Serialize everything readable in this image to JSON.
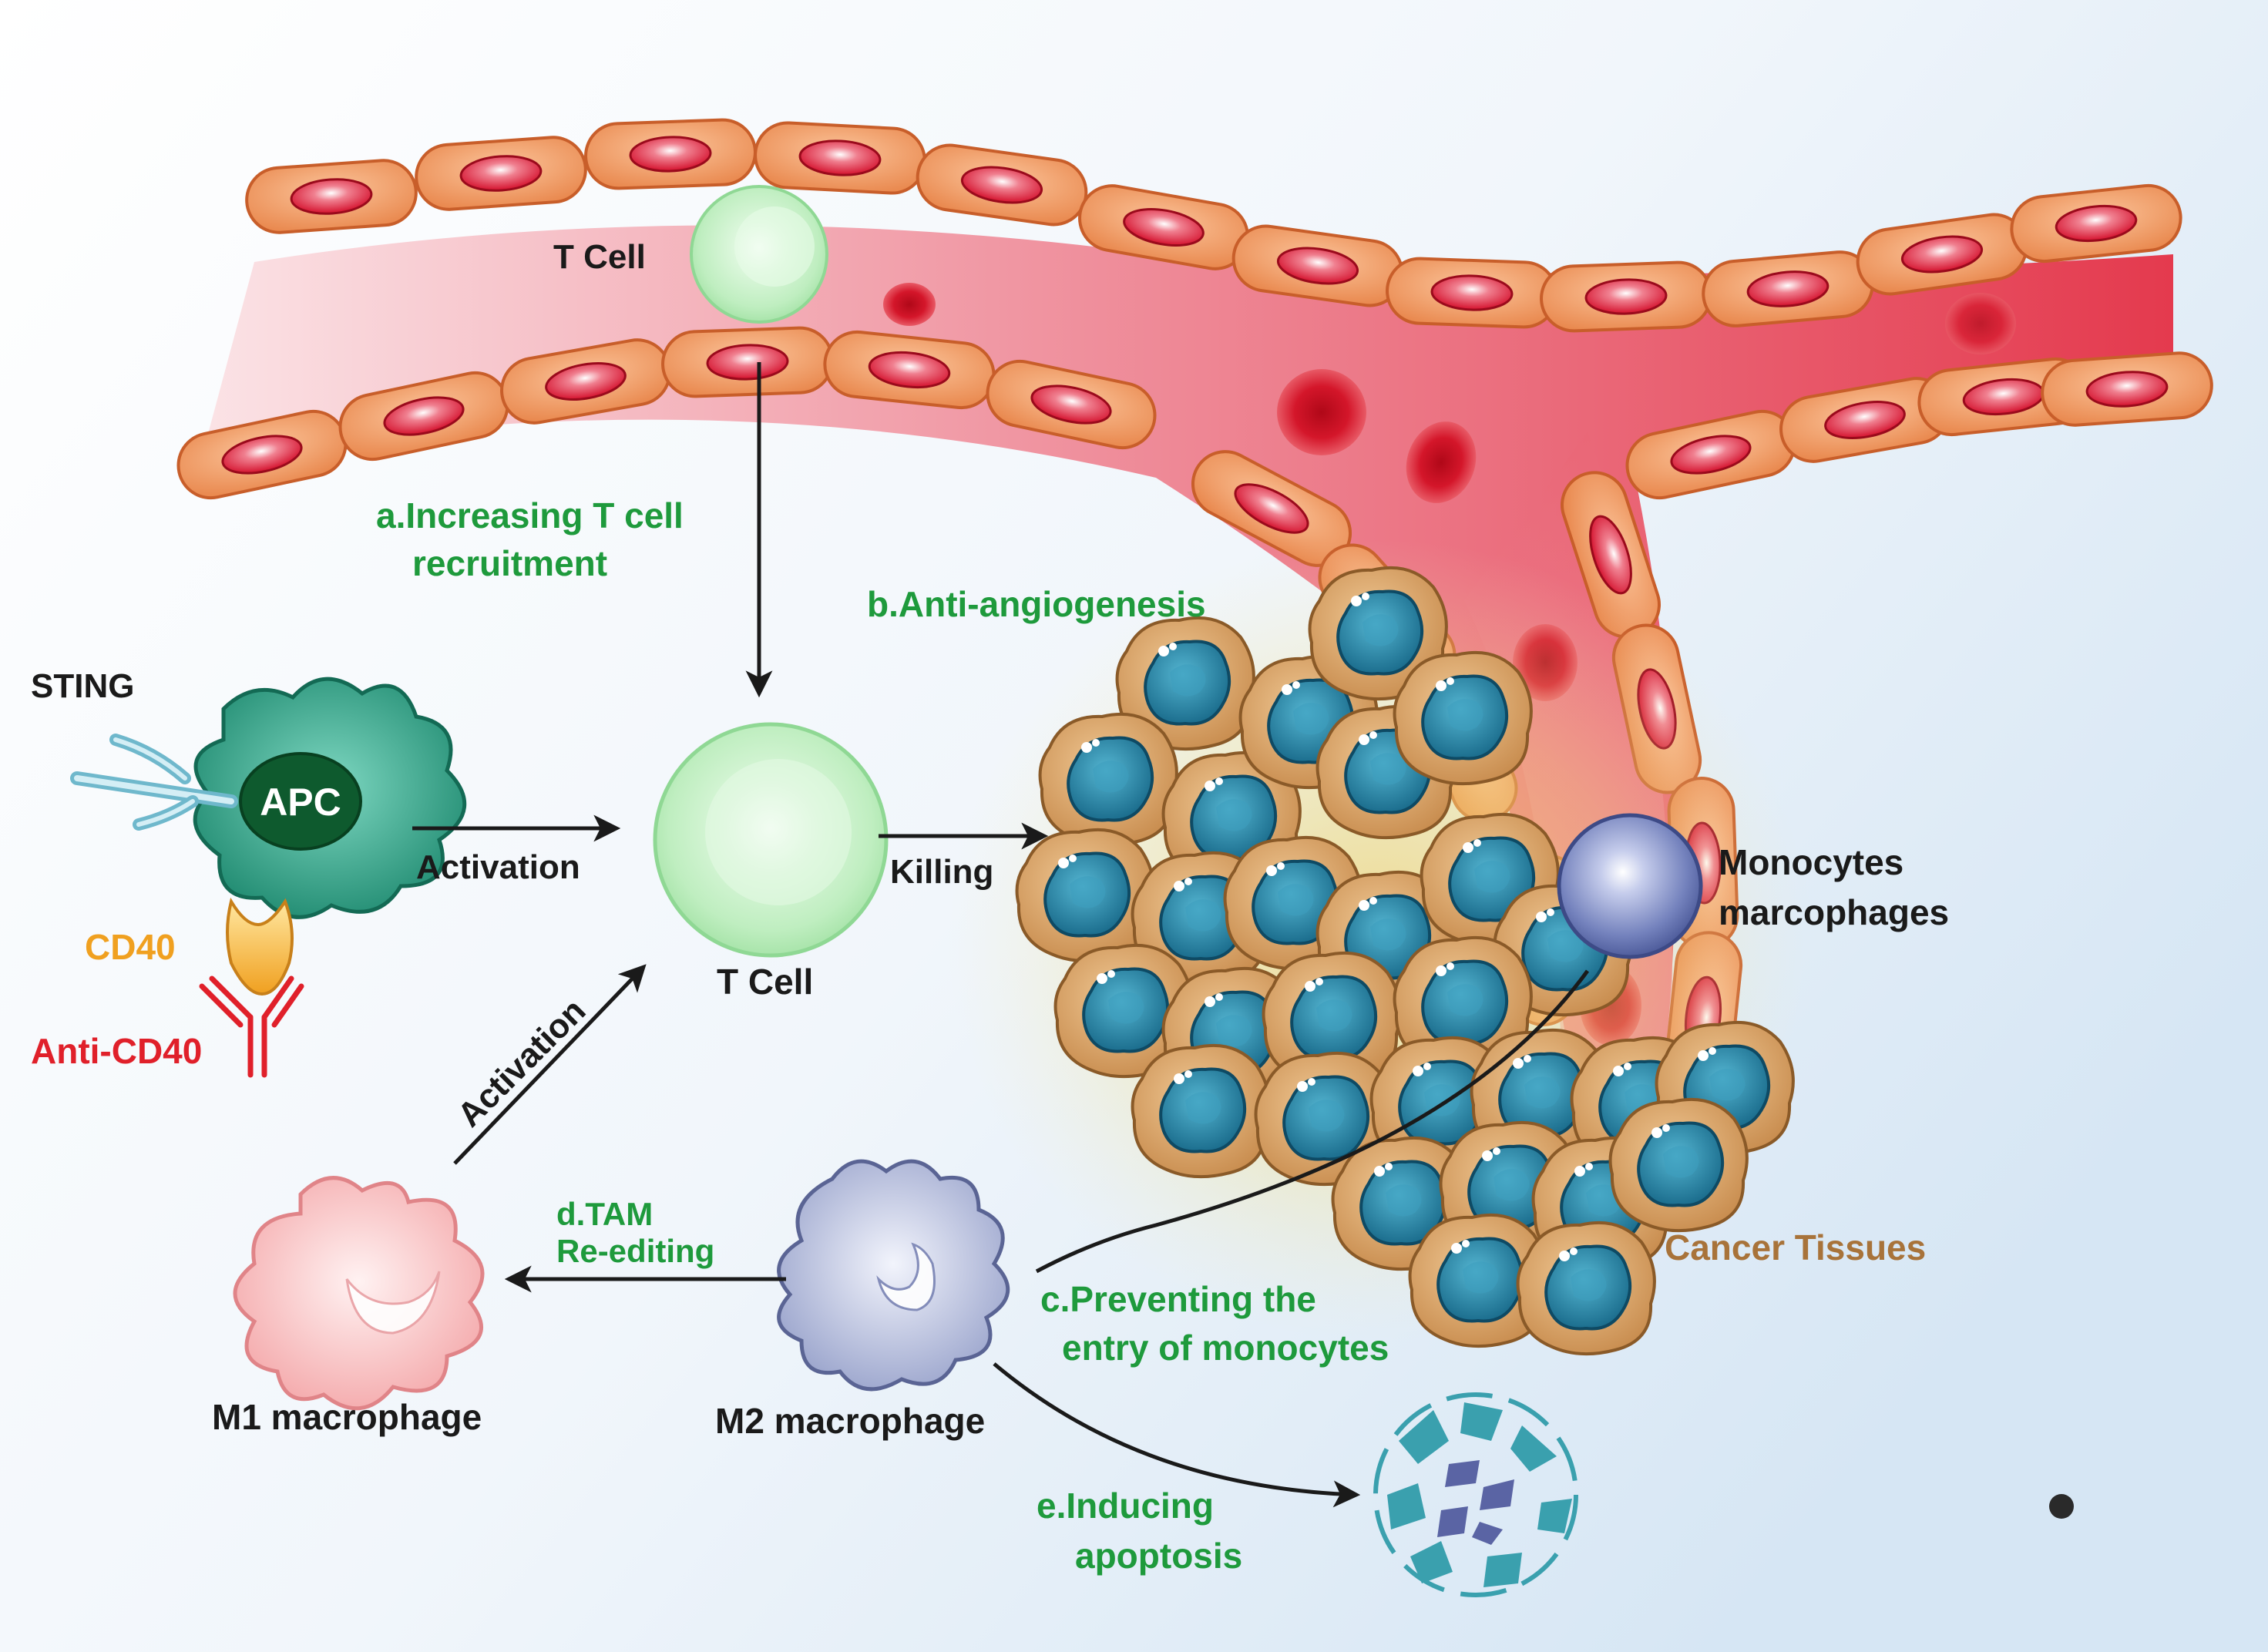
{
  "labels": {
    "t_cell_vessel": "T Cell",
    "t_cell_main": "T Cell",
    "sting": "STING",
    "apc": "APC",
    "cd40": "CD40",
    "anti_cd40": "Anti-CD40",
    "activation_apc": "Activation",
    "activation_m1": "Activation",
    "killing": "Killing",
    "monocytes_line1": "Monocytes",
    "monocytes_line2": "marcophages",
    "m1_macrophage": "M1 macrophage",
    "m2_macrophage": "M2 macrophage",
    "cancer_tissues": "Cancer Tissues"
  },
  "mechanisms": {
    "a_line1": "a.Increasing T cell",
    "a_line2": "recruitment",
    "b": "b.Anti-angiogenesis",
    "c_line1": "c.Preventing the",
    "c_line2": "entry of monocytes",
    "d_line1": "d.TAM",
    "d_line2": "Re-editing",
    "e_line1": "e.Inducing",
    "e_line2": "apoptosis"
  },
  "colors": {
    "mechanism_text": "#1e9a3c",
    "cd40_text": "#f0a020",
    "anti_cd40_text": "#e0202a",
    "cancer_text": "#a8733a",
    "label_text": "#1a1a1a",
    "vessel": "#e8485a",
    "endothelial": "#f0a070",
    "tumor_cell": "#d4a06a",
    "tumor_nucleus": "#2b8aa8",
    "t_cell": "#c8f0c8",
    "apc": "#2a9a80",
    "m1": "#f8c8c8",
    "m2": "#b8c0e0",
    "monocyte": "#7888c0"
  }
}
